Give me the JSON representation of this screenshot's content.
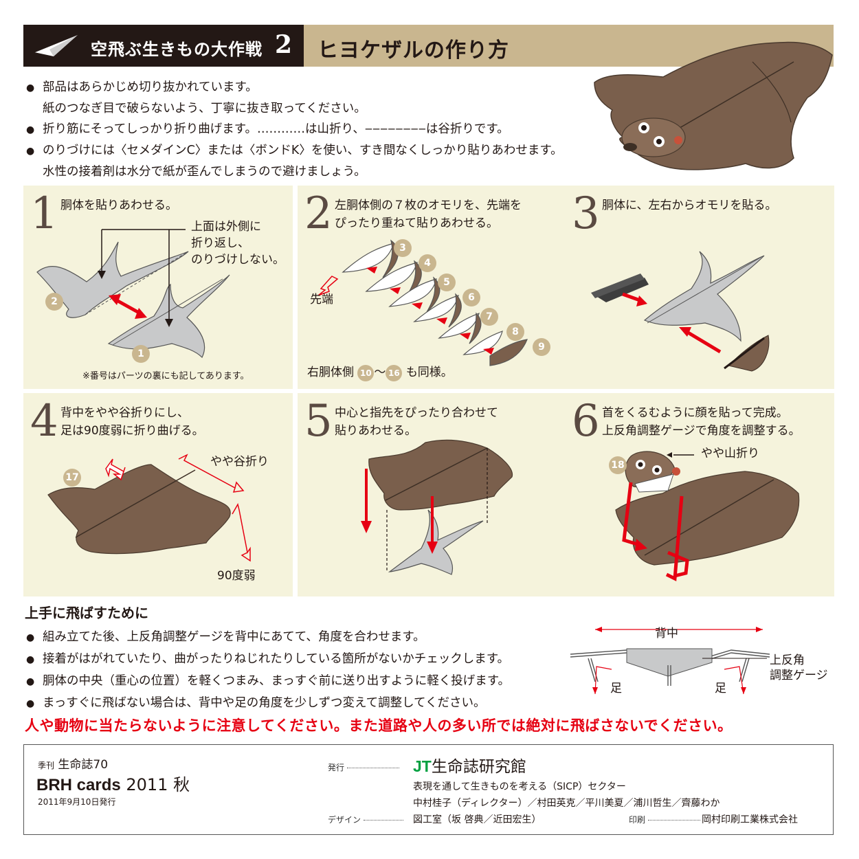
{
  "header": {
    "series": "空飛ぶ生きもの大作戦",
    "number": "2",
    "title": "ヒヨケザルの作り方"
  },
  "notes": [
    "部品はあらかじめ切り抜かれています。",
    "紙のつなぎ目で破らないよう、丁寧に抜き取ってください。",
    "折り筋にそってしっかり折り曲げます。…………は山折り、‒‒‒‒‒‒‒‒は谷折りです。",
    "のりづけには〈セメダインC〉または〈ボンドK〉を使い、すき間なくしっかり貼りあわせます。",
    "水性の接着剤は水分で紙が歪んでしまうので避けましょう。"
  ],
  "steps": [
    {
      "num": "1",
      "text": [
        "胴体を貼りあわせる。"
      ],
      "callout": [
        "上面は外側に",
        "折り返し、",
        "のりづけしない。"
      ],
      "note": "※番号はパーツの裏にも記してあります。",
      "badges": [
        "2",
        "1"
      ]
    },
    {
      "num": "2",
      "text": [
        "左胴体側の７枚のオモリを、先端を",
        "ぴったり重ねて貼りあわせる。"
      ],
      "tip_label": "先端",
      "footer_pre": "右胴体側",
      "footer_a": "10",
      "footer_mid": "～",
      "footer_b": "16",
      "footer_post": "も同様。",
      "badges": [
        "3",
        "4",
        "5",
        "6",
        "7",
        "8",
        "9"
      ]
    },
    {
      "num": "3",
      "text": [
        "胴体に、左右からオモリを貼る。"
      ]
    },
    {
      "num": "4",
      "text": [
        "背中をやや谷折りにし、",
        "足は90度弱に折り曲げる。"
      ],
      "label_a": "やや谷折り",
      "label_b": "90度弱",
      "badges": [
        "17"
      ]
    },
    {
      "num": "5",
      "text": [
        "中心と指先をぴったり合わせて",
        "貼りあわせる。"
      ]
    },
    {
      "num": "6",
      "text": [
        "首をくるむように顔を貼って完成。",
        "上反角調整ゲージで角度を調整する。"
      ],
      "label_a": "やや山折り",
      "badges": [
        "18"
      ]
    }
  ],
  "tips": {
    "title": "上手に飛ばすために",
    "items": [
      "組み立てた後、上反角調整ゲージを背中にあてて、角度を合わせます。",
      "接着がはがれていたり、曲がったりねじれたりしている箇所がないかチェックします。",
      "胴体の中央（重心の位置）を軽くつまみ、まっすぐ前に送り出すように軽く投げます。",
      "まっすぐに飛ばない場合は、背中や足の角度を少しずつ変えて調整してください。"
    ],
    "diagram": {
      "back": "背中",
      "leg": "足",
      "gauge": [
        "上反角",
        "調整ゲージ"
      ]
    }
  },
  "warning": "人や動物に当たらないように注意してください。また道路や人の多い所では絶対に飛ばさないでください。",
  "footer": {
    "quarterly": "季刊",
    "magazine": "生命誌70",
    "cards": "BRH cards",
    "season": "2011 秋",
    "date": "2011年9月10日発行",
    "pub_key": "発行",
    "pub_logo": "JT",
    "pub_name": "生命誌研究館",
    "sector": "表現を通して生きものを考える（SICP）セクター",
    "staff": "中村桂子（ディレクター）／村田英克／平川美夏／浦川哲生／齊藤わか",
    "design_key": "デザイン",
    "design": "図工室（坂 啓典／近田宏生）",
    "print_key": "印刷",
    "printer": "岡村印刷工業株式会社"
  },
  "colors": {
    "brown": "#7a5f4c",
    "gray": "#c8c9ca",
    "accent": "#e60012",
    "tan": "#c9b68f",
    "panel": "#f5f3dc"
  }
}
